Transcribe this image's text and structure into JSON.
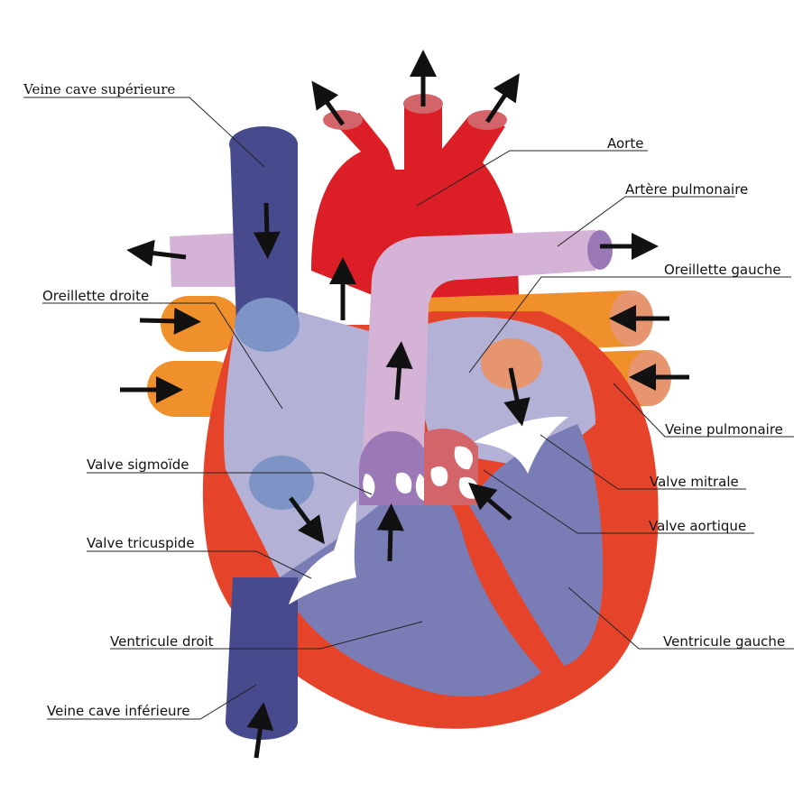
{
  "labels": {
    "veine_cave_superieure": "Veine cave supérieure",
    "aorte": "Aorte",
    "artere_pulmonaire": "Artère pulmonaire",
    "oreillette_gauche": "Oreillette gauche",
    "oreillette_droite": "Oreillette droite",
    "veine_pulmonaire": "Veine pulmonaire",
    "valve_sigmoide": "Valve sigmoïde",
    "valve_mitrale": "Valve mitrale",
    "valve_aortique": "Valve aortique",
    "valve_tricuspide": "Valve tricuspide",
    "ventricule_droit": "Ventricule droit",
    "ventricule_gauche": "Ventricule gauche",
    "veine_cave_inferieure": "Veine cave inférieure"
  },
  "colors": {
    "oxygenated": "#dc1f26",
    "deoxygenated_vessel": "#474b8e",
    "pulmonary_artery": "#d4b3d6",
    "pulmonary_vein": "#f0902a",
    "myocardium": "#e5442b",
    "chamber_right": "#b3b1d6",
    "chamber_ventricle": "#7a7cb6",
    "valve": "#ffffff",
    "flow_arrow": "#111111"
  }
}
